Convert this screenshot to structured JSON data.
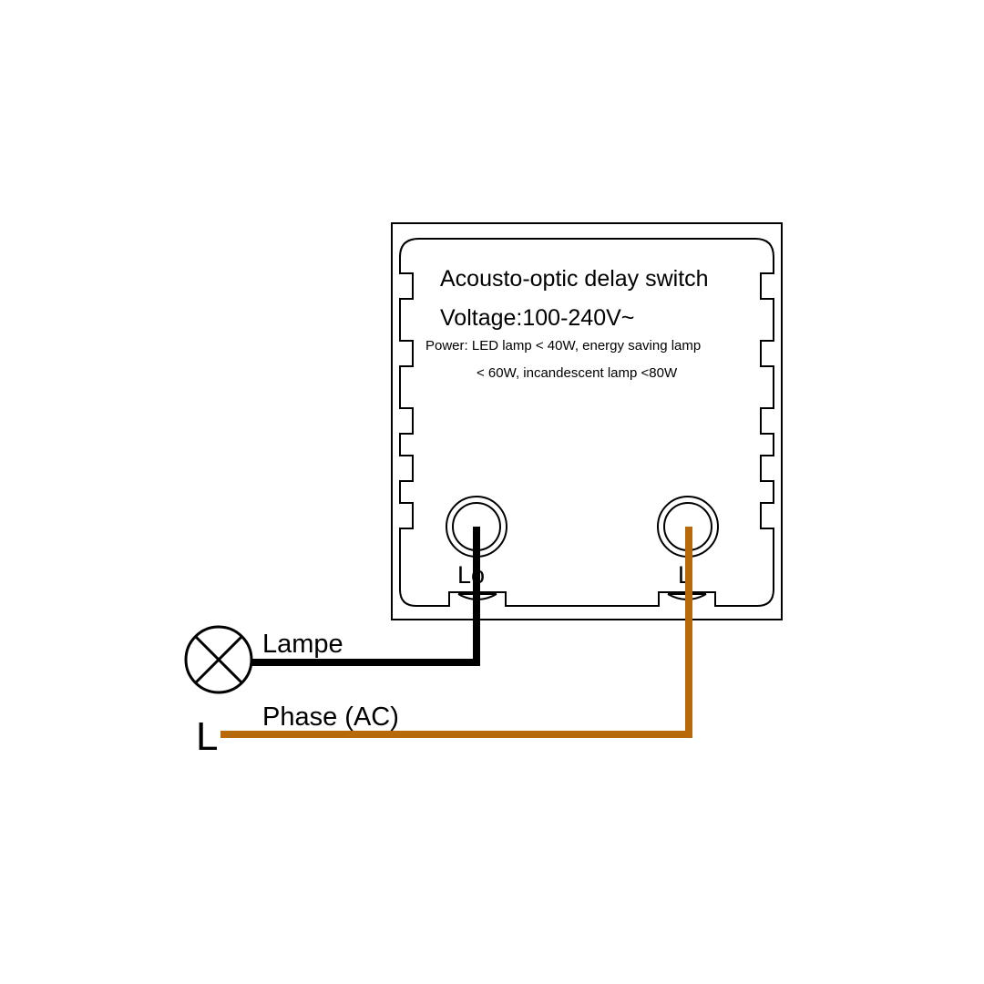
{
  "device": {
    "title": "Acousto-optic delay switch",
    "voltage": "Voltage:100-240V~",
    "power_line1": "Power: LED lamp < 40W, energy saving lamp",
    "power_line2": "< 60W, incandescent lamp <80W"
  },
  "terminals": {
    "lo": "Lo",
    "l": "L"
  },
  "wires": {
    "lamp_label": "Lampe",
    "phase_label": "Phase (AC)",
    "supply_label": "L"
  },
  "colors": {
    "outline": "#000000",
    "lamp_wire": "#000000",
    "phase_wire": "#b8690a",
    "background": "#ffffff"
  },
  "icons": {
    "lamp": "lamp-cross-circle-icon"
  }
}
